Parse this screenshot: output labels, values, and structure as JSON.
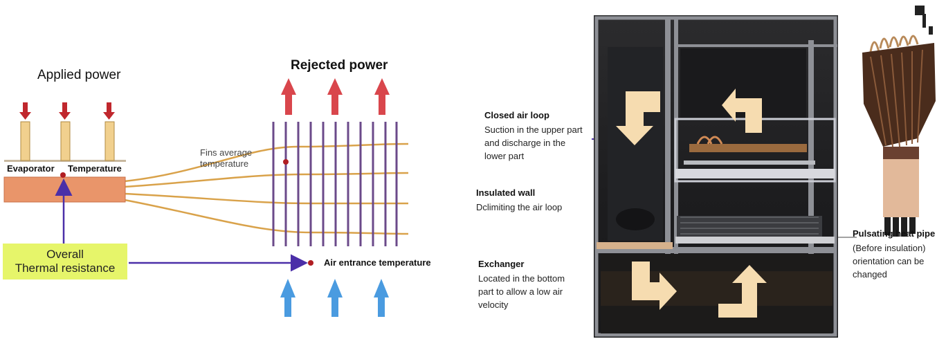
{
  "schematic": {
    "applied_power": "Applied power",
    "rejected_power": "Rejected power",
    "evaporator": "Evaporator",
    "temperature": "Temperature",
    "fins_avg_temp": "Fins average temperature",
    "overall_thermal_resistance_line1": "Overall",
    "overall_thermal_resistance_line2": "Thermal resistance",
    "air_entrance_temp": "Air entrance temperature"
  },
  "annotations": {
    "closed_loop_title": "Closed air loop",
    "closed_loop_text": "Suction in the upper part and discharge in the lower part",
    "insulated_wall_title": "Insulated wall",
    "insulated_wall_text": "Dclimiting the air loop",
    "exchanger_title": "Exchanger",
    "exchanger_text": "Located in the bottom part to allow a low air velocity",
    "heat_pipe_title": "Pulsating heat pipe",
    "heat_pipe_text": "(Before insulation) orientation can be changed"
  },
  "colors": {
    "heater_arrow": "#c0272d",
    "rejected_arrow": "#d9464c",
    "incoming_arrow": "#4a9be0",
    "fin": "#6b4a8a",
    "evaporator": "#e9956a",
    "heater_rod": "#f1d08e",
    "pipe": "#d9a24a",
    "resistance_box": "#e6f56a",
    "pointer": "#4b2fa8",
    "air_flow_arrow": "#f6dcb0"
  }
}
